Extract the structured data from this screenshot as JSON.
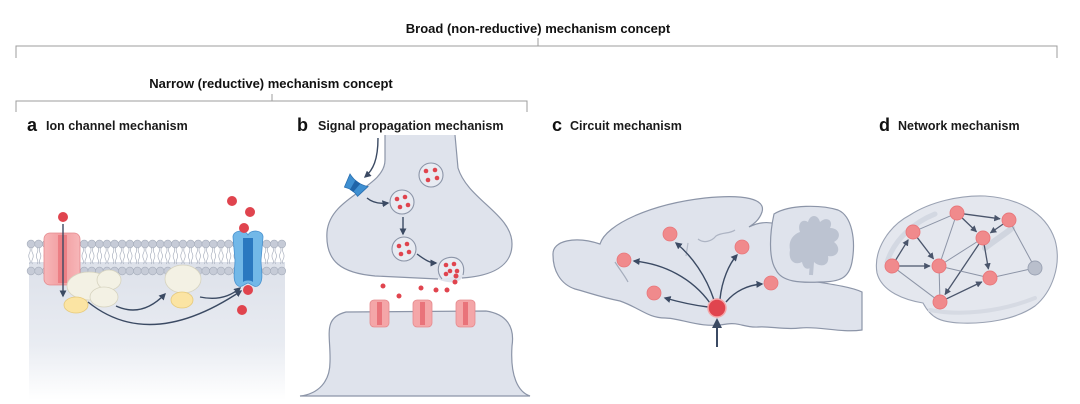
{
  "figure": {
    "broad_concept_label": "Broad (non-reductive) mechanism concept",
    "narrow_concept_label": "Narrow (reductive) mechanism concept"
  },
  "panels": [
    {
      "letter": "a",
      "title": "Ion channel mechanism",
      "scope": "narrow"
    },
    {
      "letter": "b",
      "title": "Signal propagation mechanism",
      "scope": "narrow"
    },
    {
      "letter": "c",
      "title": "Circuit mechanism",
      "scope": "broad"
    },
    {
      "letter": "d",
      "title": "Network mechanism",
      "scope": "broad"
    }
  ],
  "colors": {
    "ion_red": "#e0444e",
    "node_pink": "#f08a8c",
    "node_pink_stroke": "#e9777b",
    "node_inactive": "#b9bfcc",
    "node_inactive_stroke": "#9aa2b3",
    "channel_blue": "#3e8fd1",
    "channel_red": "#f4a6a8",
    "tissue": "#dfe3ec",
    "arrow": "#4a556b",
    "edge_line": "#8c94a6"
  },
  "circuit": {
    "source": "hub",
    "targets": [
      "t1",
      "t2",
      "t3",
      "t4",
      "t5"
    ],
    "input": "external-input"
  },
  "network": {
    "nodes": [
      {
        "id": "n1",
        "state": "active"
      },
      {
        "id": "n2",
        "state": "active"
      },
      {
        "id": "n3",
        "state": "active"
      },
      {
        "id": "n4",
        "state": "active"
      },
      {
        "id": "n5",
        "state": "active"
      },
      {
        "id": "n6",
        "state": "active"
      },
      {
        "id": "n7",
        "state": "active"
      },
      {
        "id": "n8",
        "state": "inactive"
      },
      {
        "id": "n9",
        "state": "active"
      }
    ],
    "edges": [
      {
        "from": "n5",
        "to": "n3",
        "directed": true
      },
      {
        "from": "n5",
        "to": "n6",
        "directed": true
      },
      {
        "from": "n5",
        "to": "n9",
        "directed": false
      },
      {
        "from": "n3",
        "to": "n1",
        "directed": false
      },
      {
        "from": "n3",
        "to": "n6",
        "directed": true
      },
      {
        "from": "n1",
        "to": "n2",
        "directed": true
      },
      {
        "from": "n1",
        "to": "n4",
        "directed": true
      },
      {
        "from": "n1",
        "to": "n6",
        "directed": false
      },
      {
        "from": "n2",
        "to": "n4",
        "directed": true
      },
      {
        "from": "n2",
        "to": "n8",
        "directed": false
      },
      {
        "from": "n4",
        "to": "n6",
        "directed": false
      },
      {
        "from": "n4",
        "to": "n7",
        "directed": true
      },
      {
        "from": "n4",
        "to": "n9",
        "directed": true
      },
      {
        "from": "n6",
        "to": "n7",
        "directed": false
      },
      {
        "from": "n6",
        "to": "n9",
        "directed": false
      },
      {
        "from": "n9",
        "to": "n7",
        "directed": true
      },
      {
        "from": "n7",
        "to": "n8",
        "directed": false
      }
    ]
  }
}
